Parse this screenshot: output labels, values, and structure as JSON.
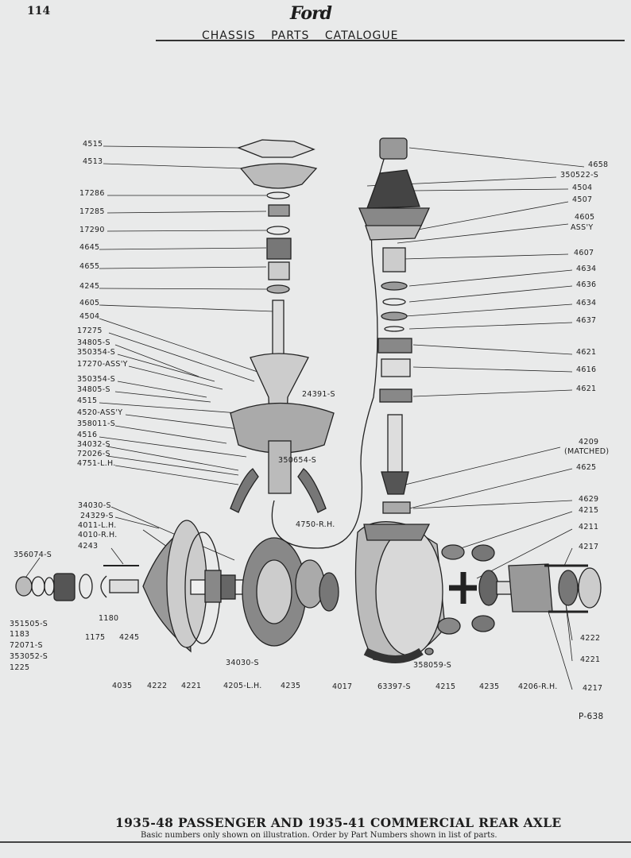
{
  "header": {
    "page_number": "114",
    "logo": "Ford",
    "title": "CHASSIS PARTS CATALOGUE"
  },
  "labels": {
    "left": [
      "4515",
      "4513",
      "17286",
      "17285",
      "17290",
      "4645",
      "4655",
      "4245",
      "4605",
      "4504",
      "17275",
      "34805-S",
      "350354-S",
      "17270-ASS'Y",
      "350354-S",
      "34805-S",
      "4515",
      "4520-ASS'Y",
      "358011-S",
      "4516",
      "34032-S",
      "72026-S",
      "4751-L.H."
    ],
    "right": [
      "4658",
      "350522-S",
      "4504",
      "4507",
      "4605",
      "ASS'Y",
      "4607",
      "4634",
      "4636",
      "4634",
      "4637",
      "4621",
      "4616",
      "4621",
      "4209",
      "(MATCHED)",
      "4625",
      "4629",
      "4215",
      "4211",
      "4217",
      "4222",
      "4221",
      "4217"
    ],
    "middle": [
      "24391-S",
      "350654-S",
      "4750-R.H."
    ],
    "lower_left": [
      "34030-S",
      "24329-S",
      "4011-L.H.",
      "4010-R.H.",
      "4243",
      "356074-S",
      "351505-S",
      "1183",
      "72071-S",
      "353052-S",
      "1225",
      "1175",
      "1180",
      "4245"
    ],
    "bottom": [
      "4035",
      "4222",
      "4221",
      "34030-S",
      "4205-L.H.",
      "4235",
      "4017",
      "63397-S",
      "358059-S",
      "4215",
      "4235",
      "4206-R.H."
    ],
    "plate": "P-638"
  },
  "footer": {
    "title": "1935-48 PASSENGER AND 1935-41 COMMERCIAL REAR AXLE",
    "note": "Basic numbers only shown on illustration. Order by Part Numbers shown in list of parts."
  }
}
